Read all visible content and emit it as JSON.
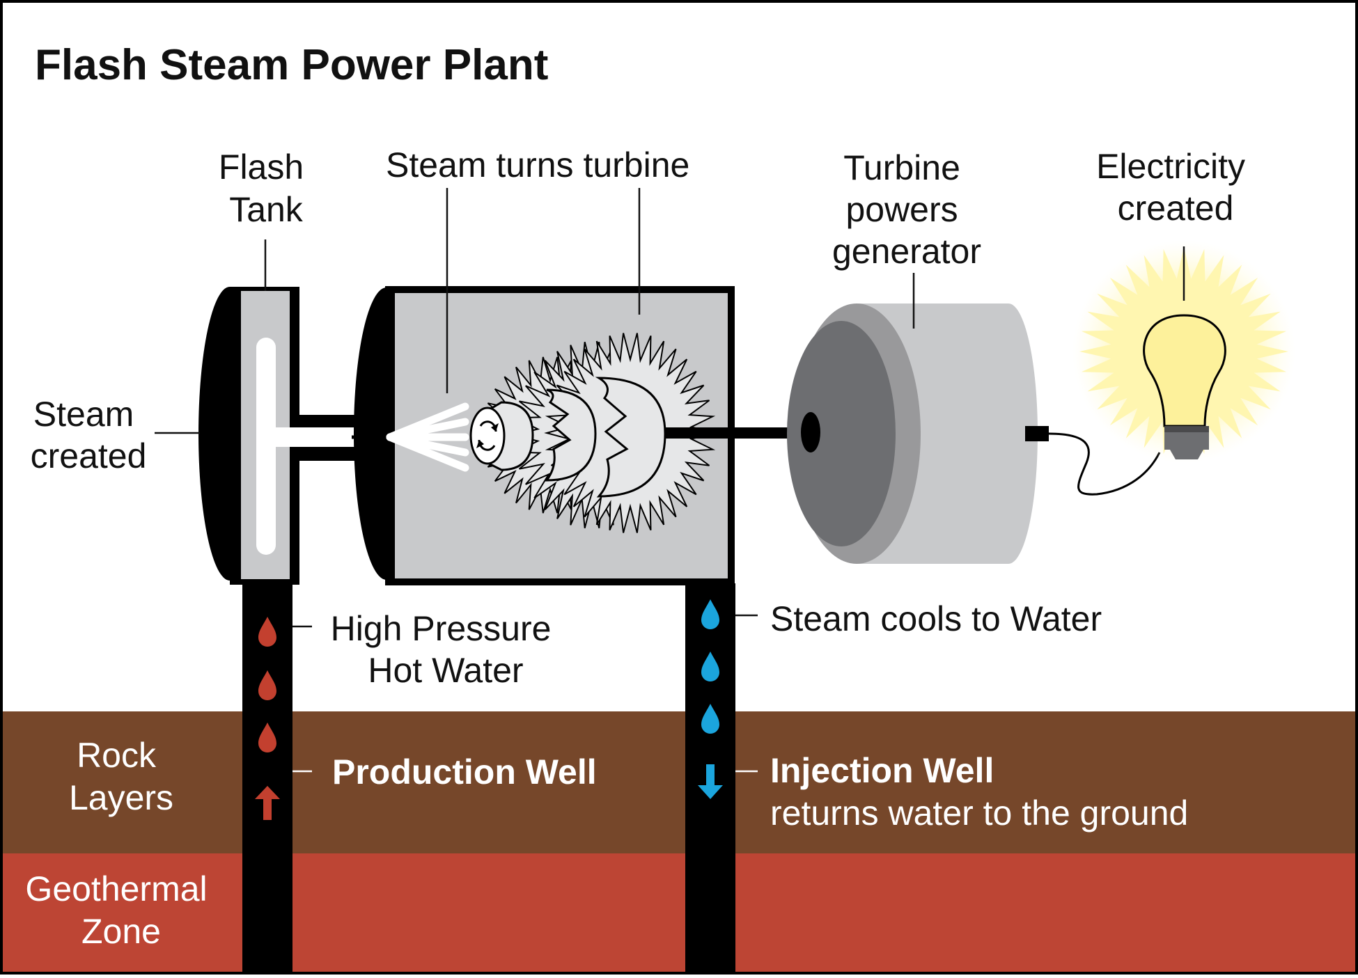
{
  "title": "Flash Steam Power Plant",
  "labels": {
    "flash_tank": [
      "Flash",
      "Tank"
    ],
    "steam_turns_turbine": "Steam turns turbine",
    "turbine_powers_generator": [
      "Turbine",
      "powers",
      "generator"
    ],
    "electricity_created": [
      "Electricity",
      "created"
    ],
    "steam_created": [
      "Steam",
      "created"
    ],
    "high_pressure_hot_water": [
      "High Pressure",
      "Hot Water"
    ],
    "steam_cools_to_water": "Steam cools to Water",
    "rock_layers": [
      "Rock",
      "Layers"
    ],
    "geothermal_zone": [
      "Geothermal",
      "Zone"
    ],
    "production_well": "Production Well",
    "injection_well": "Injection Well",
    "injection_well_sub": "returns water to the ground"
  },
  "colors": {
    "rock_layer": "#76472a",
    "geothermal_zone": "#bd4534",
    "hot_water_drop": "#c3402f",
    "cool_water_drop": "#1ba5dd",
    "machine_gray": "#c8c9cb",
    "generator_face": "#6d6e71",
    "bulb_glass": "#fdf19b",
    "outline": "#000000"
  },
  "icons": {
    "hot_drops": "water-drop-icon",
    "cool_drops": "water-drop-icon",
    "up_arrow": "arrow-up-icon",
    "down_arrow": "arrow-down-icon",
    "bulb": "light-bulb-icon"
  }
}
